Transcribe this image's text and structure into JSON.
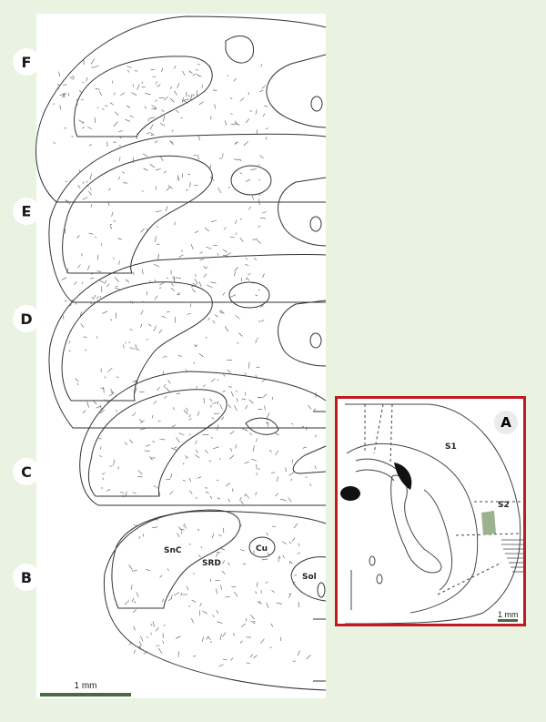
{
  "panels": {
    "f": "F",
    "e": "E",
    "d": "D",
    "c": "C",
    "b": "B",
    "a": "A"
  },
  "section_labels": {
    "snc": "SnC",
    "srd": "SRD",
    "cu": "Cu",
    "sol": "Sol"
  },
  "inset_labels": {
    "s1": "S1",
    "s2": "S2"
  },
  "scale_bars": {
    "main": "1 mm",
    "inset": "1 mm"
  },
  "colors": {
    "background": "#eaf2e1",
    "inset_border": "#c01a22",
    "highlight_region": "#9ab28e",
    "scale_bar": "#4a6b3f"
  }
}
